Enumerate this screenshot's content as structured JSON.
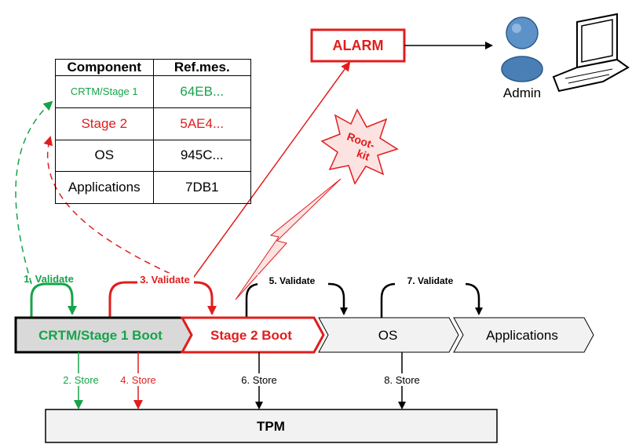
{
  "table": {
    "headers": [
      "Component",
      "Ref.mes."
    ],
    "rows": [
      {
        "component": "CRTM/Stage 1",
        "ref": "64EB...",
        "color": "#16a34a"
      },
      {
        "component": "Stage 2",
        "ref": "5AE4...",
        "color": "#e11d1d"
      },
      {
        "component": "OS",
        "ref": "945C...",
        "color": "#000000"
      },
      {
        "component": "Applications",
        "ref": "7DB1",
        "color": "#000000"
      }
    ]
  },
  "alarm_label": "ALARM",
  "admin_label": "Admin",
  "rootkit_label": "Root-\nkit",
  "rootkit_line1": "Root-",
  "rootkit_line2": "kit",
  "stages": [
    {
      "label": "CRTM/Stage 1 Boot",
      "color": "#16a34a"
    },
    {
      "label": "Stage 2 Boot",
      "color": "#e11d1d"
    },
    {
      "label": "OS",
      "color": "#000000"
    },
    {
      "label": "Applications",
      "color": "#000000"
    }
  ],
  "steps": {
    "validate1": "1. Validate",
    "store2": "2. Store",
    "validate3": "3. Validate",
    "store4": "4. Store",
    "validate5": "5. Validate",
    "store6": "6. Store",
    "validate7": "7.  Validate",
    "store8": "8. Store"
  },
  "tpm_label": "TPM",
  "colors": {
    "green": "#16a34a",
    "red": "#e11d1d",
    "black": "#000000",
    "stage_fill": "#f2f2f2",
    "rootkit_fill": "#fde2e2"
  }
}
